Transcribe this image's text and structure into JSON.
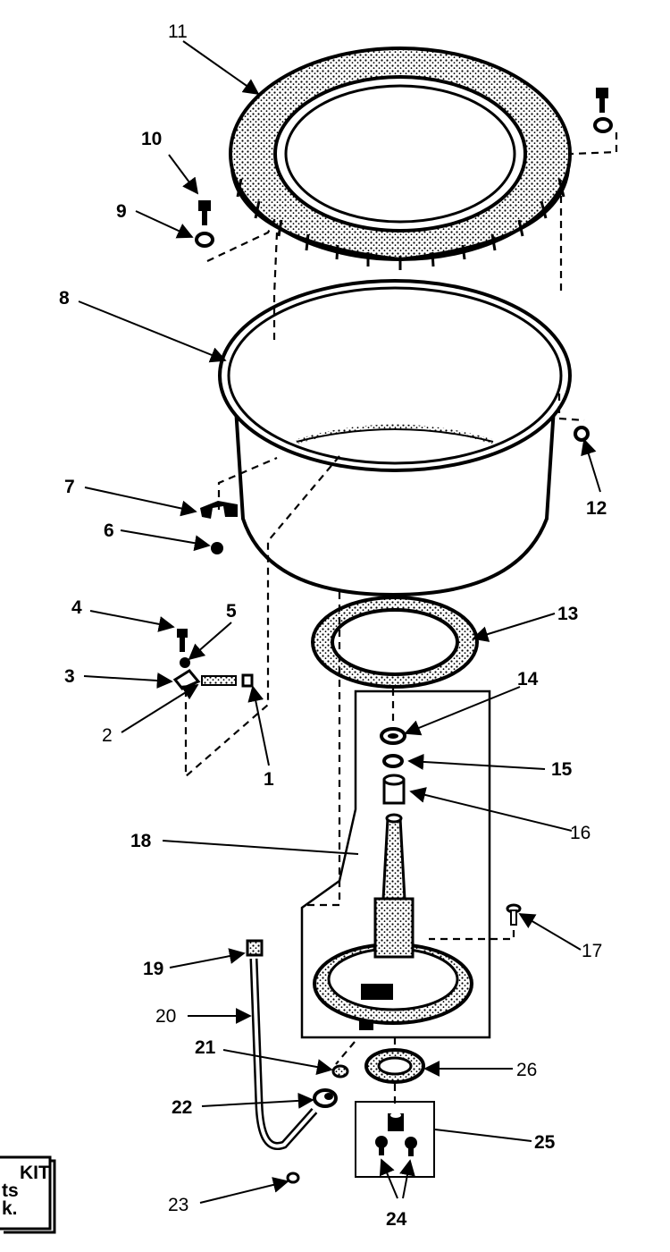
{
  "colors": {
    "ink": "#000000",
    "background": "#ffffff",
    "shade": "#9a9a9a"
  },
  "callouts": [
    {
      "id": "c11",
      "text": "11",
      "bold": false
    },
    {
      "id": "c10",
      "text": "10",
      "bold": true
    },
    {
      "id": "c9",
      "text": "9",
      "bold": true
    },
    {
      "id": "c8",
      "text": "8",
      "bold": true
    },
    {
      "id": "c7",
      "text": "7",
      "bold": true
    },
    {
      "id": "c6",
      "text": "6",
      "bold": true
    },
    {
      "id": "c12",
      "text": "12",
      "bold": true
    },
    {
      "id": "c4",
      "text": "4",
      "bold": true
    },
    {
      "id": "c5",
      "text": "5",
      "bold": true
    },
    {
      "id": "c3",
      "text": "3",
      "bold": true
    },
    {
      "id": "c2",
      "text": "2",
      "bold": false
    },
    {
      "id": "c1",
      "text": "1",
      "bold": true
    },
    {
      "id": "c13",
      "text": "13",
      "bold": true
    },
    {
      "id": "c14",
      "text": "14",
      "bold": true
    },
    {
      "id": "c15",
      "text": "15",
      "bold": true
    },
    {
      "id": "c16",
      "text": "16",
      "bold": false
    },
    {
      "id": "c18",
      "text": "18",
      "bold": true
    },
    {
      "id": "c17",
      "text": "17",
      "bold": false
    },
    {
      "id": "c19",
      "text": "19",
      "bold": true
    },
    {
      "id": "c20",
      "text": "20",
      "bold": false
    },
    {
      "id": "c21",
      "text": "21",
      "bold": true
    },
    {
      "id": "c26",
      "text": "26",
      "bold": false
    },
    {
      "id": "c22",
      "text": "22",
      "bold": true
    },
    {
      "id": "c25",
      "text": "25",
      "bold": true
    },
    {
      "id": "c23",
      "text": "23",
      "bold": false
    },
    {
      "id": "c24",
      "text": "24",
      "bold": true
    }
  ],
  "kit_note": {
    "line1": "KIT",
    "line2": "ts",
    "line3": "k."
  }
}
